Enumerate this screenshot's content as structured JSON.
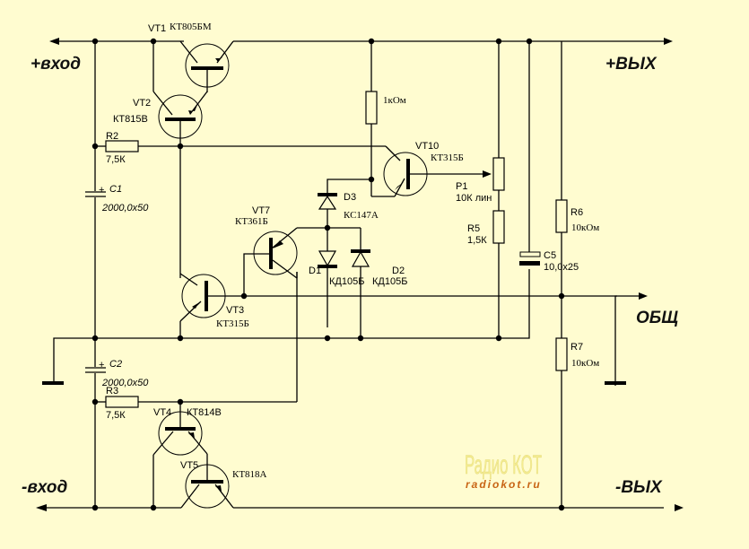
{
  "terminals": {
    "plus_input": "+вход",
    "minus_input": "-вход",
    "plus_output": "+ВЫХ",
    "minus_output": "-ВЫХ",
    "common": "ОБЩ"
  },
  "components": {
    "VT1": {
      "ref": "VT1",
      "part": "КТ805БМ"
    },
    "VT2": {
      "ref": "VT2",
      "part": "КТ815В"
    },
    "VT3": {
      "ref": "VT3",
      "part": "КТ315Б"
    },
    "VT4": {
      "ref": "VT4",
      "part": "КТ814В"
    },
    "VT5": {
      "ref": "VT5",
      "part": "КТ818А"
    },
    "VT7": {
      "ref": "VT7",
      "part": "КТ361Б"
    },
    "VT10": {
      "ref": "VT10",
      "part": "КТ315Б"
    },
    "R1k": {
      "value": "1кОм"
    },
    "R2": {
      "ref": "R2",
      "value": "7,5К"
    },
    "R3": {
      "ref": "R3",
      "value": "7,5К"
    },
    "R5": {
      "ref": "R5",
      "value": "1,5К"
    },
    "R6": {
      "ref": "R6",
      "value": "10кОм"
    },
    "R7": {
      "ref": "R7",
      "value": "10кОм"
    },
    "P1": {
      "ref": "P1",
      "value": "10К лин"
    },
    "C1": {
      "ref": "C1",
      "value": "2000,0x50",
      "plus": "+"
    },
    "C2": {
      "ref": "C2",
      "value": "2000,0x50",
      "plus": "+"
    },
    "C5": {
      "ref": "C5",
      "value": "10,0x25"
    },
    "D1": {
      "ref": "D1",
      "part": "КД105Б"
    },
    "D2": {
      "ref": "D2",
      "part": "КД105Б"
    },
    "D3": {
      "ref": "D3",
      "part": "КС147А"
    }
  },
  "watermark": {
    "title": "Радио КОТ",
    "url": "radiokot.ru"
  },
  "colors": {
    "background": "#fffcd0",
    "wire": "#000000",
    "watermark_url": "#c86414"
  }
}
